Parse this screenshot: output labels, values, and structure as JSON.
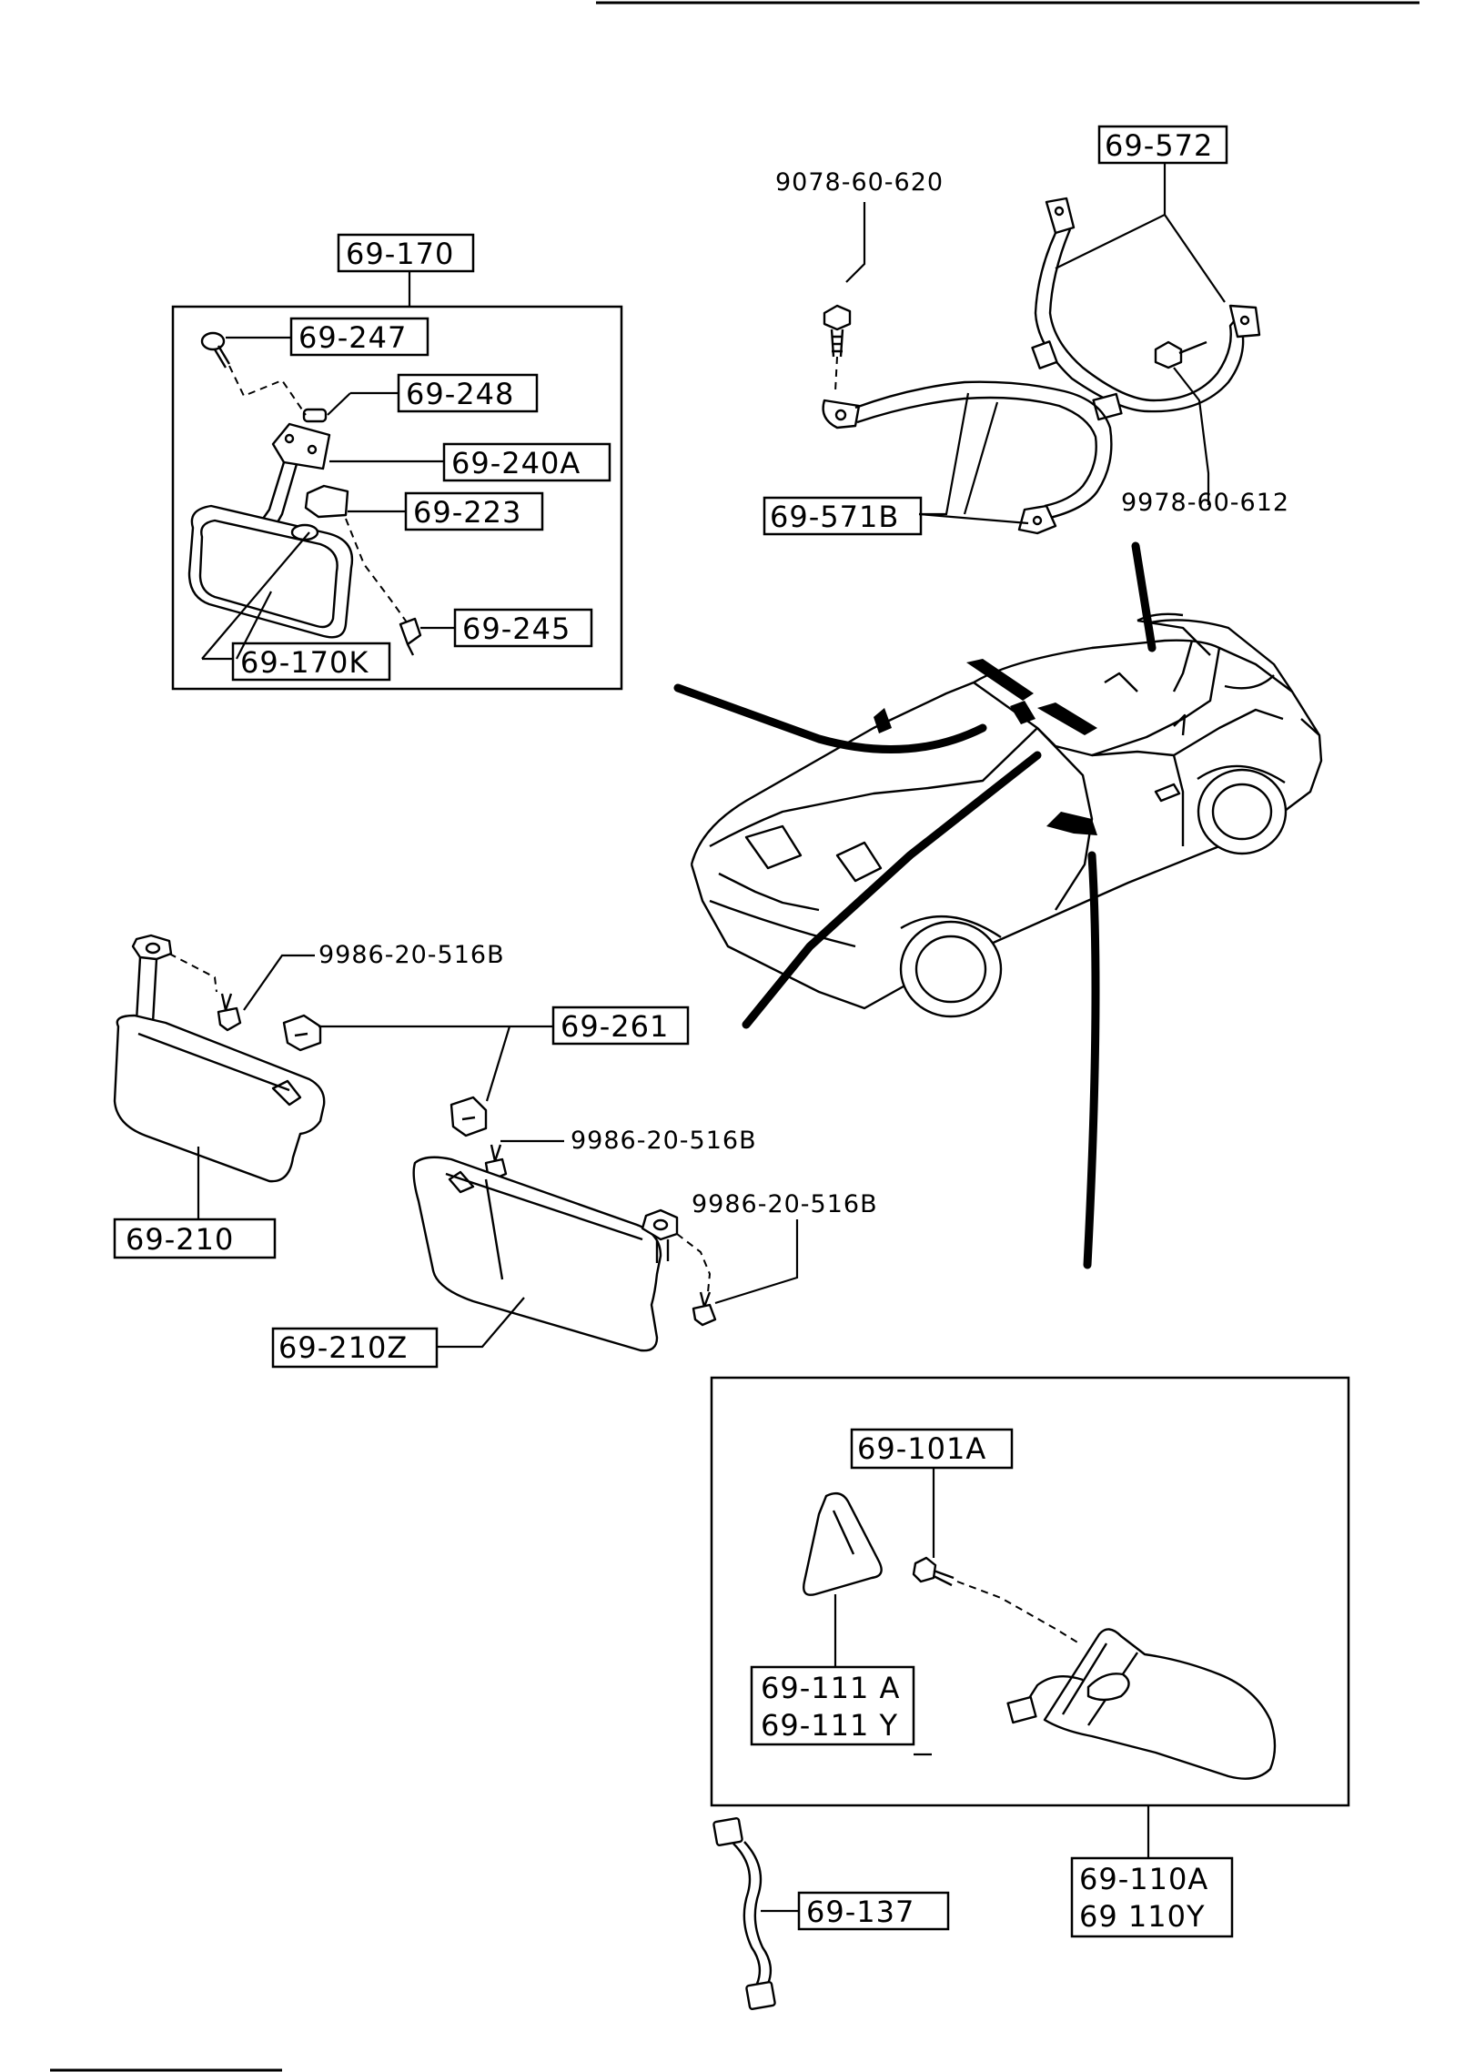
{
  "labels": {
    "mirror_assy": "69-170",
    "screw_247": "69-247",
    "cap_248": "69-248",
    "bracket_240a": "69-240A",
    "cover_223": "69-223",
    "screw_245": "69-245",
    "mirror_170k": "69-170K",
    "bolt_9078": "9078-60-620",
    "strap_572": "69-572",
    "strap_571b": "69-571B",
    "bolt_9978": "9978-60-612",
    "screw_9986_a": "9986-20-516B",
    "holder_261": "69-261",
    "visor_210": "69-210",
    "screw_9986_b": "9986-20-516B",
    "screw_9986_c": "9986-20-516B",
    "visor_210z": "69-210Z",
    "screw_101a": "69-101A",
    "garnish_111a": "69-111 A",
    "garnish_111y": "69-111 Y",
    "door_mirror_110a": "69-110A",
    "door_mirror_110y": "69 110Y",
    "harness_137": "69-137"
  }
}
